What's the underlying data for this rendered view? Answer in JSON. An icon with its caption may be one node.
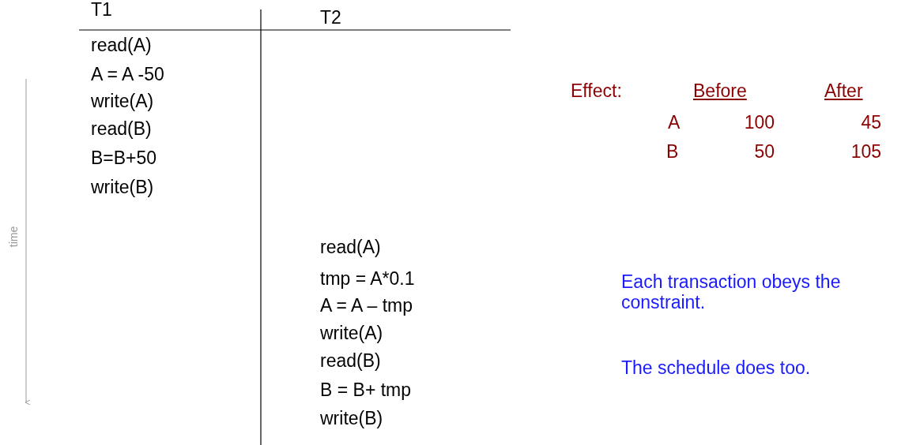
{
  "diagram": {
    "labels": [
      "T1",
      "T2",
      "read(A)",
      "A = A -50",
      "write(A)",
      "read(B)",
      "B=B+50",
      "write(B)",
      "Effect:",
      "Before",
      "After",
      "A",
      "100",
      "45",
      "B",
      "50",
      "105",
      "time",
      "read(A)",
      "tmp = A*0.1",
      "A = A – tmp",
      "write(A)",
      "read(B)",
      "B = B+ tmp",
      "write(B)",
      "Each transaction obeys the constraint.",
      "The schedule does too."
    ]
  }
}
